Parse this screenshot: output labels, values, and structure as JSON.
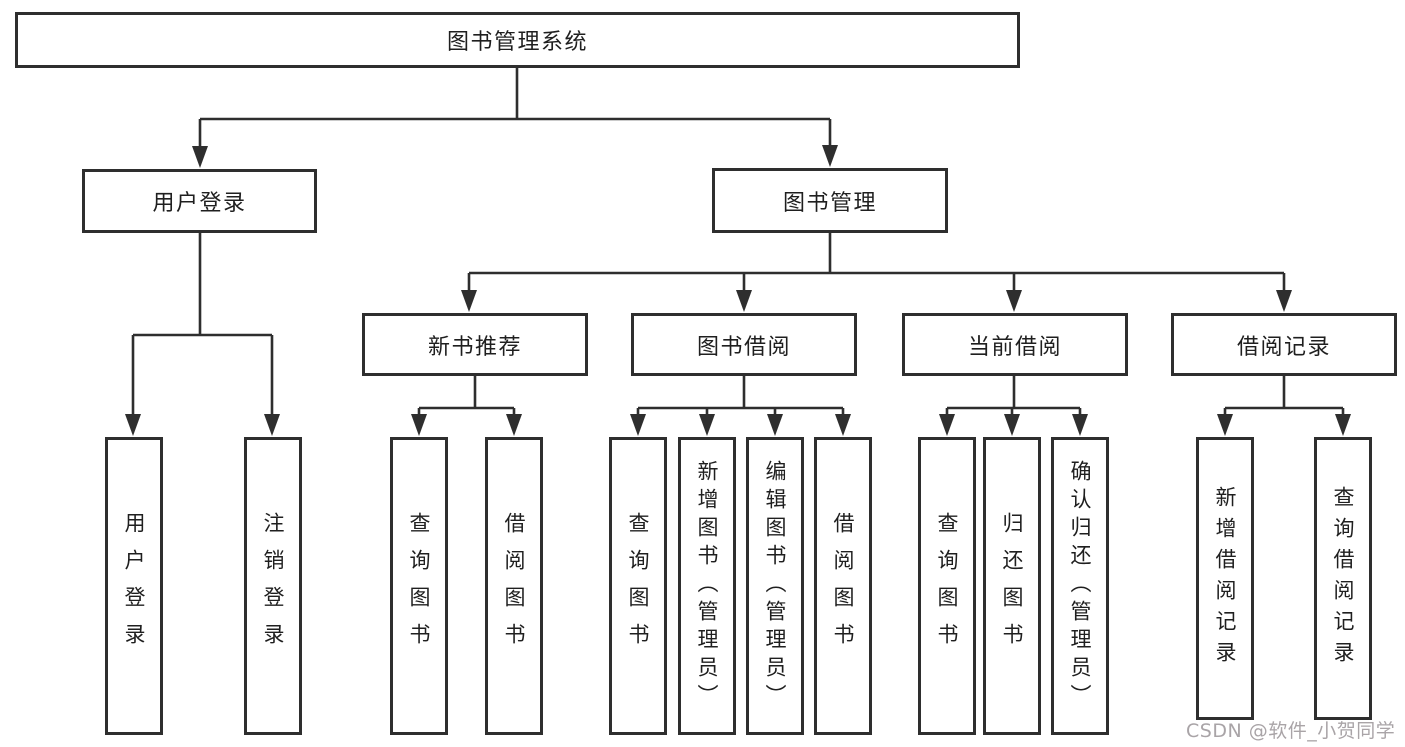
{
  "nodes": {
    "root": "图书管理系统",
    "user_login": "用户登录",
    "book_mgmt": "图书管理",
    "new_book_rec": "新书推荐",
    "book_borrow": "图书借阅",
    "current_borrow": "当前借阅",
    "borrow_record": "借阅记录",
    "leaf_user_login": "用户登录",
    "leaf_logout": "注销登录",
    "leaf_query_book_rec": "查询图书",
    "leaf_borrow_book_rec": "借阅图书",
    "leaf_query_book_borrow": "查询图书",
    "leaf_add_book": "新增图书（管理员）",
    "leaf_edit_book": "编辑图书（管理员）",
    "leaf_borrow_book": "借阅图书",
    "leaf_query_book_current": "查询图书",
    "leaf_return_book": "归还图书",
    "leaf_confirm_return": "确认归还（管理员）",
    "leaf_add_record": "新增借阅记录",
    "leaf_query_record": "查询借阅记录"
  },
  "watermark": "CSDN @软件_小贺同学",
  "colors": {
    "line": "#2e2e2e",
    "text": "#1f1f1f",
    "watermark": "#a9a4a7",
    "background": "#ffffff"
  }
}
